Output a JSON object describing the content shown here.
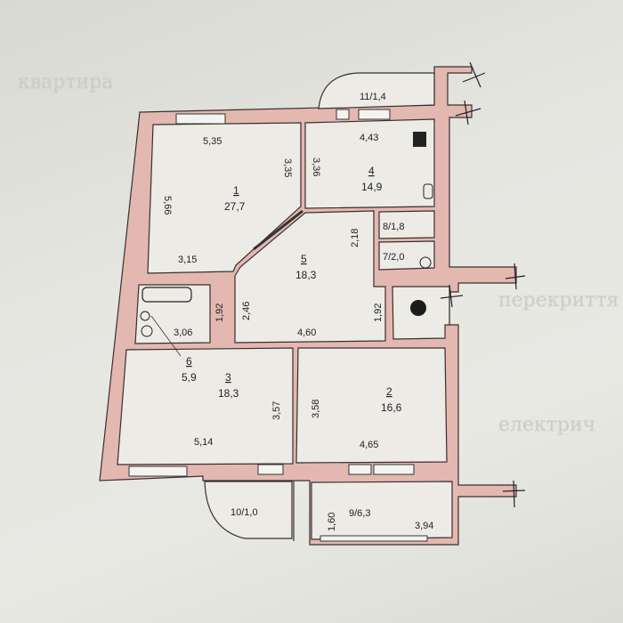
{
  "background_text": [
    "квартира",
    "перекриття",
    "електрич"
  ],
  "rooms": [
    {
      "id": "1",
      "area": "27,7",
      "dims": [
        "5,35",
        "3,35",
        "5,66",
        "3,15"
      ]
    },
    {
      "id": "2",
      "area": "16,6",
      "dims": [
        "3,58",
        "4,65"
      ]
    },
    {
      "id": "3",
      "area": "18,3",
      "dims": [
        "3,57",
        "5,14"
      ]
    },
    {
      "id": "4",
      "area": "14,9",
      "dims": [
        "4,43",
        "3,36"
      ]
    },
    {
      "id": "5",
      "area": "18,3",
      "dims": [
        "2,18",
        "2,46",
        "4,60",
        "1,92"
      ]
    },
    {
      "id": "6",
      "area": "5,9",
      "dims": [
        "3,06",
        "1,92"
      ]
    }
  ],
  "small_rooms": [
    "7/2,0",
    "8/1,8",
    "9/6,3",
    "10/1,0",
    "11/1,4"
  ],
  "balcony_dims": [
    "1,60",
    "3,94"
  ],
  "colors": {
    "wall": "#e3b8b1",
    "line": "#3a2f2e"
  }
}
